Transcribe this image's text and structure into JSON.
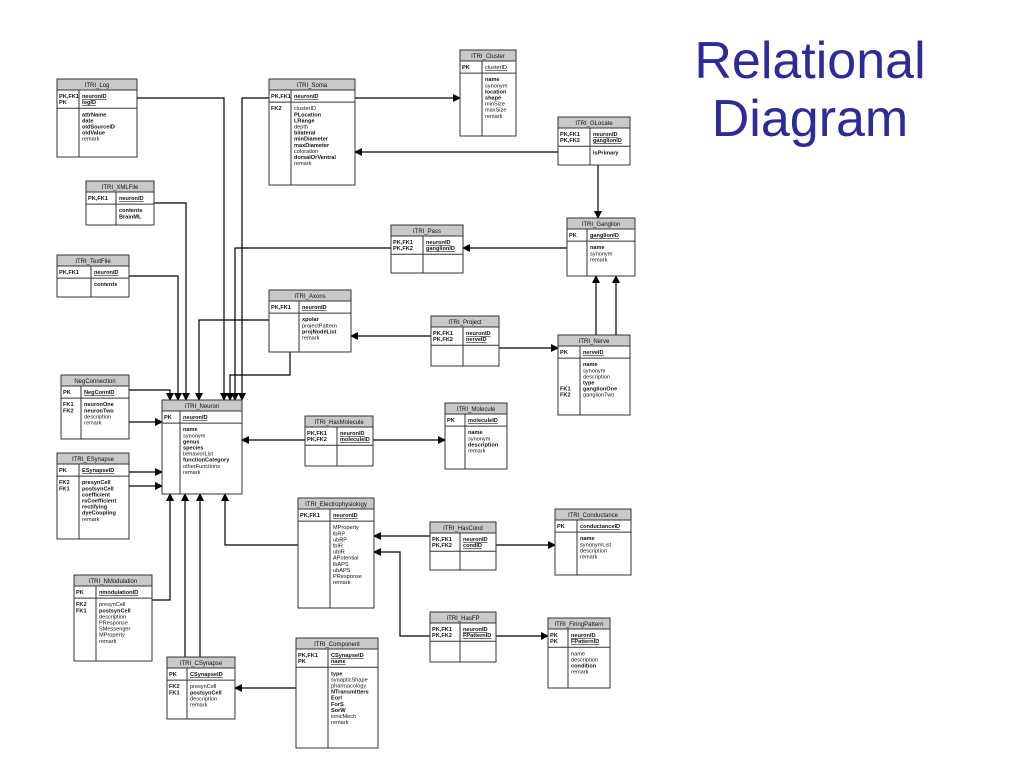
{
  "title": [
    "Relational",
    "Diagram"
  ],
  "tables": [
    {
      "id": "log",
      "name": "ITRI_Log",
      "keys": [
        {
          "k": "PK,FK1",
          "f": "neuronID",
          "b": true,
          "u": true
        },
        {
          "k": "PK",
          "f": "logID",
          "b": true,
          "u": true
        }
      ],
      "fields": [
        {
          "k": "",
          "f": "attrName",
          "b": true
        },
        {
          "k": "",
          "f": "date",
          "b": true
        },
        {
          "k": "",
          "f": "oldSourceID",
          "b": true
        },
        {
          "k": "",
          "f": "oldValue",
          "b": true
        },
        {
          "k": "",
          "f": "remark"
        }
      ]
    },
    {
      "id": "soma",
      "name": "ITRI_Soma",
      "keys": [
        {
          "k": "PK,FK1",
          "f": "neuronID",
          "b": true,
          "u": true
        }
      ],
      "fields": [
        {
          "k": "FK2",
          "f": "clusterID"
        },
        {
          "k": "",
          "f": "PLocation",
          "b": true
        },
        {
          "k": "",
          "f": "LRange",
          "b": true
        },
        {
          "k": "",
          "f": "depth"
        },
        {
          "k": "",
          "f": "bilateral",
          "b": true
        },
        {
          "k": "",
          "f": "minDiameter",
          "b": true
        },
        {
          "k": "",
          "f": "maxDiameter",
          "b": true
        },
        {
          "k": "",
          "f": "coloration"
        },
        {
          "k": "",
          "f": "dorsalOrVentral",
          "b": true
        },
        {
          "k": "",
          "f": "remark"
        }
      ]
    },
    {
      "id": "cluster",
      "name": "ITRI_Cluster",
      "keys": [
        {
          "k": "PK",
          "f": "clusterID",
          "u": true
        }
      ],
      "fields": [
        {
          "k": "",
          "f": "name",
          "b": true
        },
        {
          "k": "",
          "f": "synonym"
        },
        {
          "k": "",
          "f": "location",
          "b": true
        },
        {
          "k": "",
          "f": "shape",
          "b": true
        },
        {
          "k": "",
          "f": "minSize"
        },
        {
          "k": "",
          "f": "maxSize"
        },
        {
          "k": "",
          "f": "remark"
        }
      ]
    },
    {
      "id": "glocate",
      "name": "ITRI_GLocate",
      "keys": [
        {
          "k": "PK,FK1",
          "f": "neuronID",
          "b": true,
          "u": true
        },
        {
          "k": "PK,FK2",
          "f": "ganglionID",
          "b": true,
          "u": true
        }
      ],
      "fields": [
        {
          "k": "",
          "f": "isPrimary",
          "b": true
        }
      ]
    },
    {
      "id": "xmlfile",
      "name": "ITRI_XMLFile",
      "keys": [
        {
          "k": "PK,FK1",
          "f": "neuronID",
          "b": true,
          "u": true
        }
      ],
      "fields": [
        {
          "k": "",
          "f": "contents",
          "b": true
        },
        {
          "k": "",
          "f": "BrainML",
          "b": true
        }
      ]
    },
    {
      "id": "textfile",
      "name": "ITRI_TextFile",
      "keys": [
        {
          "k": "PK,FK1",
          "f": "neuronID",
          "b": true,
          "u": true
        }
      ],
      "fields": [
        {
          "k": "",
          "f": "contents",
          "b": true
        }
      ]
    },
    {
      "id": "pass",
      "name": "ITRI_Pass",
      "keys": [
        {
          "k": "PK,FK1",
          "f": "neuronID",
          "b": true,
          "u": true
        },
        {
          "k": "PK,FK2",
          "f": "ganglionID",
          "b": true,
          "u": true
        }
      ],
      "fields": []
    },
    {
      "id": "ganglion",
      "name": "ITRI_Ganglion",
      "keys": [
        {
          "k": "PK",
          "f": "ganglionID",
          "b": true,
          "u": true
        }
      ],
      "fields": [
        {
          "k": "",
          "f": "name",
          "b": true
        },
        {
          "k": "",
          "f": "synonym"
        },
        {
          "k": "",
          "f": "remark"
        }
      ]
    },
    {
      "id": "axons",
      "name": "ITRI_Axons",
      "keys": [
        {
          "k": "PK,FK1",
          "f": "neuronID",
          "b": true,
          "u": true
        }
      ],
      "fields": [
        {
          "k": "",
          "f": "xpolar",
          "b": true
        },
        {
          "k": "",
          "f": "projectPattern"
        },
        {
          "k": "",
          "f": "projNodeList",
          "b": true
        },
        {
          "k": "",
          "f": "remark"
        }
      ]
    },
    {
      "id": "project",
      "name": "ITRI_Project",
      "keys": [
        {
          "k": "PK,FK1",
          "f": "neuronID",
          "b": true,
          "u": true
        },
        {
          "k": "PK,FK2",
          "f": "nerveID",
          "b": true,
          "u": true
        }
      ],
      "fields": []
    },
    {
      "id": "nerve",
      "name": "ITRI_Nerve",
      "keys": [
        {
          "k": "PK",
          "f": "nerveID",
          "b": true,
          "u": true
        }
      ],
      "fields": [
        {
          "k": "",
          "f": "name",
          "b": true
        },
        {
          "k": "",
          "f": "synonym"
        },
        {
          "k": "",
          "f": "description"
        },
        {
          "k": "",
          "f": "type",
          "b": true
        },
        {
          "k": "FK1",
          "f": "ganglionOne",
          "b": true
        },
        {
          "k": "FK2",
          "f": "ganglionTwo"
        }
      ]
    },
    {
      "id": "negconn",
      "name": "NegConnection",
      "keys": [
        {
          "k": "PK",
          "f": "NegConnID",
          "b": true,
          "u": true
        }
      ],
      "fields": [
        {
          "k": "FK1",
          "f": "neuronOne",
          "b": true
        },
        {
          "k": "FK2",
          "f": "neuronTwo",
          "b": true
        },
        {
          "k": "",
          "f": "description"
        },
        {
          "k": "",
          "f": "remark"
        }
      ]
    },
    {
      "id": "neuron",
      "name": "ITRI_Neuron",
      "keys": [
        {
          "k": "PK",
          "f": "neuronID",
          "b": true,
          "u": true
        }
      ],
      "fields": [
        {
          "k": "",
          "f": "name",
          "b": true
        },
        {
          "k": "",
          "f": "synonym"
        },
        {
          "k": "",
          "f": "genus",
          "b": true
        },
        {
          "k": "",
          "f": "species",
          "b": true
        },
        {
          "k": "",
          "f": "behaviorList"
        },
        {
          "k": "",
          "f": "functionCategory",
          "b": true
        },
        {
          "k": "",
          "f": "otherFunctions"
        },
        {
          "k": "",
          "f": "remark"
        }
      ]
    },
    {
      "id": "hasmolecule",
      "name": "ITRI_HasMolecule",
      "keys": [
        {
          "k": "PK,FK1",
          "f": "neuronID",
          "b": true,
          "u": true
        },
        {
          "k": "PK,FK2",
          "f": "moleculeID",
          "b": true,
          "u": true
        }
      ],
      "fields": []
    },
    {
      "id": "molecule",
      "name": "ITRI_Molecule",
      "keys": [
        {
          "k": "PK",
          "f": "moleculeID",
          "b": true,
          "u": true
        }
      ],
      "fields": [
        {
          "k": "",
          "f": "name",
          "b": true
        },
        {
          "k": "",
          "f": "synonym"
        },
        {
          "k": "",
          "f": "description",
          "b": true
        },
        {
          "k": "",
          "f": "remark"
        }
      ]
    },
    {
      "id": "esynapse",
      "name": "ITRI_ESynapse",
      "keys": [
        {
          "k": "PK",
          "f": "ESynapseID",
          "b": true,
          "u": true
        }
      ],
      "fields": [
        {
          "k": "FK2",
          "f": "presynCell",
          "b": true
        },
        {
          "k": "FK1",
          "f": "postsynCell",
          "b": true
        },
        {
          "k": "",
          "f": "coefficient",
          "b": true
        },
        {
          "k": "",
          "f": "rsCoefficient",
          "b": true
        },
        {
          "k": "",
          "f": "rectifying",
          "b": true
        },
        {
          "k": "",
          "f": "dyeCoupling",
          "b": true
        },
        {
          "k": "",
          "f": "remark"
        }
      ]
    },
    {
      "id": "electro",
      "name": "ITRI_Electrophysiology",
      "keys": [
        {
          "k": "PK,FK1",
          "f": "neuronID",
          "b": true,
          "u": true
        }
      ],
      "fields": [
        {
          "k": "",
          "f": "MProperty"
        },
        {
          "k": "",
          "f": "lbRP"
        },
        {
          "k": "",
          "f": "ubRP"
        },
        {
          "k": "",
          "f": "lbIR"
        },
        {
          "k": "",
          "f": "ubIR"
        },
        {
          "k": "",
          "f": "APotential"
        },
        {
          "k": "",
          "f": "lbAPS"
        },
        {
          "k": "",
          "f": "ubAPS"
        },
        {
          "k": "",
          "f": "PResponse"
        },
        {
          "k": "",
          "f": "remark"
        }
      ]
    },
    {
      "id": "hascond",
      "name": "ITRI_HasCond",
      "keys": [
        {
          "k": "PK,FK1",
          "f": "neuronID",
          "b": true,
          "u": true
        },
        {
          "k": "PK,FK2",
          "f": "condID",
          "b": true,
          "u": true
        }
      ],
      "fields": []
    },
    {
      "id": "conductance",
      "name": "ITRI_Conductance",
      "keys": [
        {
          "k": "PK",
          "f": "conductanceID",
          "b": true,
          "u": true
        }
      ],
      "fields": [
        {
          "k": "",
          "f": "name",
          "b": true
        },
        {
          "k": "",
          "f": "synonymList"
        },
        {
          "k": "",
          "f": "description"
        },
        {
          "k": "",
          "f": "remark"
        }
      ]
    },
    {
      "id": "nmodulation",
      "name": "ITRI_NModulation",
      "keys": [
        {
          "k": "PK",
          "f": "nmodulationID",
          "b": true,
          "u": true
        }
      ],
      "fields": [
        {
          "k": "FK2",
          "f": "presynCell"
        },
        {
          "k": "FK1",
          "f": "postsynCell",
          "b": true
        },
        {
          "k": "",
          "f": "description"
        },
        {
          "k": "",
          "f": "PResponse"
        },
        {
          "k": "",
          "f": "SMessenger"
        },
        {
          "k": "",
          "f": "MProperty"
        },
        {
          "k": "",
          "f": "remark"
        }
      ]
    },
    {
      "id": "hasfp",
      "name": "ITRI_HasFP",
      "keys": [
        {
          "k": "PK,FK1",
          "f": "neuronID",
          "b": true,
          "u": true
        },
        {
          "k": "PK,FK2",
          "f": "FPatternID",
          "b": true,
          "u": true
        }
      ],
      "fields": []
    },
    {
      "id": "firing",
      "name": "ITRI_FiringPattern",
      "keys": [
        {
          "k": "PK",
          "f": "neuronID",
          "b": true,
          "u": true
        },
        {
          "k": "PK",
          "f": "FPatternID",
          "b": true,
          "u": true
        }
      ],
      "fields": [
        {
          "k": "",
          "f": "name"
        },
        {
          "k": "",
          "f": "description"
        },
        {
          "k": "",
          "f": "condition",
          "b": true
        },
        {
          "k": "",
          "f": "remark"
        }
      ]
    },
    {
      "id": "component",
      "name": "ITRI_Component",
      "keys": [
        {
          "k": "PK,FK1",
          "f": "CSynapseID",
          "b": true,
          "u": true
        },
        {
          "k": "PK",
          "f": "name",
          "b": true,
          "u": true
        }
      ],
      "fields": [
        {
          "k": "",
          "f": "type",
          "b": true
        },
        {
          "k": "",
          "f": "synapticShape"
        },
        {
          "k": "",
          "f": "pharmacology"
        },
        {
          "k": "",
          "f": "NTransmitters",
          "b": true
        },
        {
          "k": "",
          "f": "Eorl",
          "b": true
        },
        {
          "k": "",
          "f": "ForS",
          "b": true
        },
        {
          "k": "",
          "f": "SorW",
          "b": true
        },
        {
          "k": "",
          "f": "ionicMech"
        },
        {
          "k": "",
          "f": "remark"
        }
      ]
    },
    {
      "id": "csynapse",
      "name": "ITRI_CSynapse",
      "keys": [
        {
          "k": "PK",
          "f": "CSynapseID",
          "b": true,
          "u": true
        }
      ],
      "fields": [
        {
          "k": "FK2",
          "f": "presynCell"
        },
        {
          "k": "FK1",
          "f": "postsynCell",
          "b": true
        },
        {
          "k": "",
          "f": "description"
        },
        {
          "k": "",
          "f": "remark"
        }
      ]
    }
  ]
}
